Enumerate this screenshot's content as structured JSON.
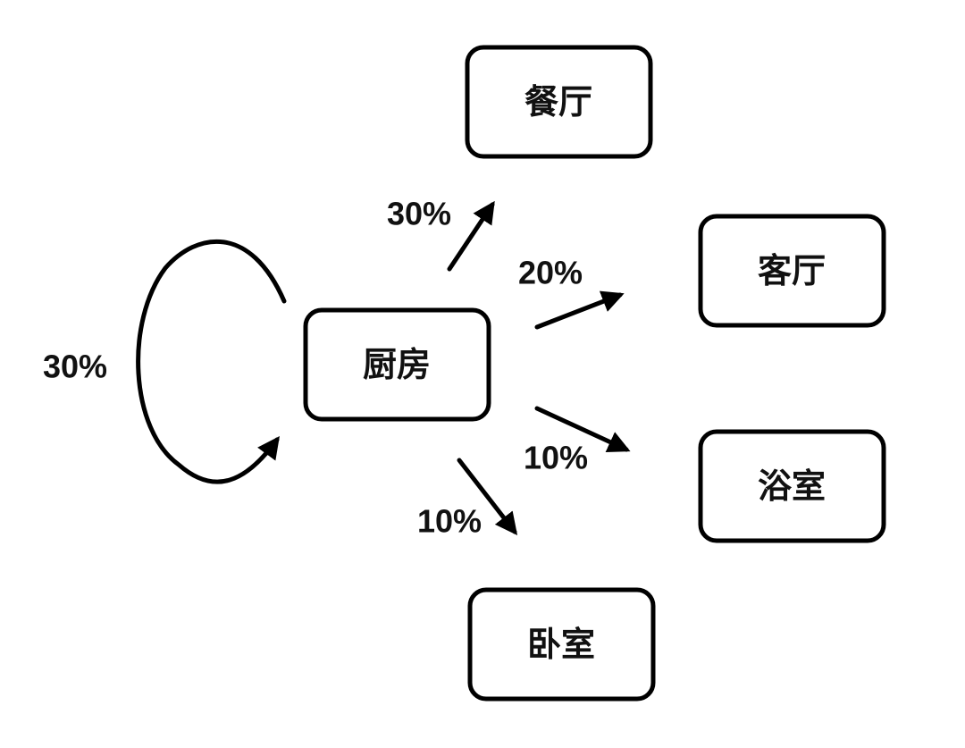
{
  "nodes": {
    "kitchen": "厨房",
    "dining_room": "餐厅",
    "living_room": "客厅",
    "bathroom": "浴室",
    "bedroom": "卧室"
  },
  "edges": {
    "kitchen_self": "30%",
    "to_dining_room": "30%",
    "to_living_room": "20%",
    "to_bathroom": "10%",
    "to_bedroom": "10%"
  },
  "colors": {
    "stroke": "#000000",
    "background": "#ffffff",
    "text": "#111111"
  }
}
